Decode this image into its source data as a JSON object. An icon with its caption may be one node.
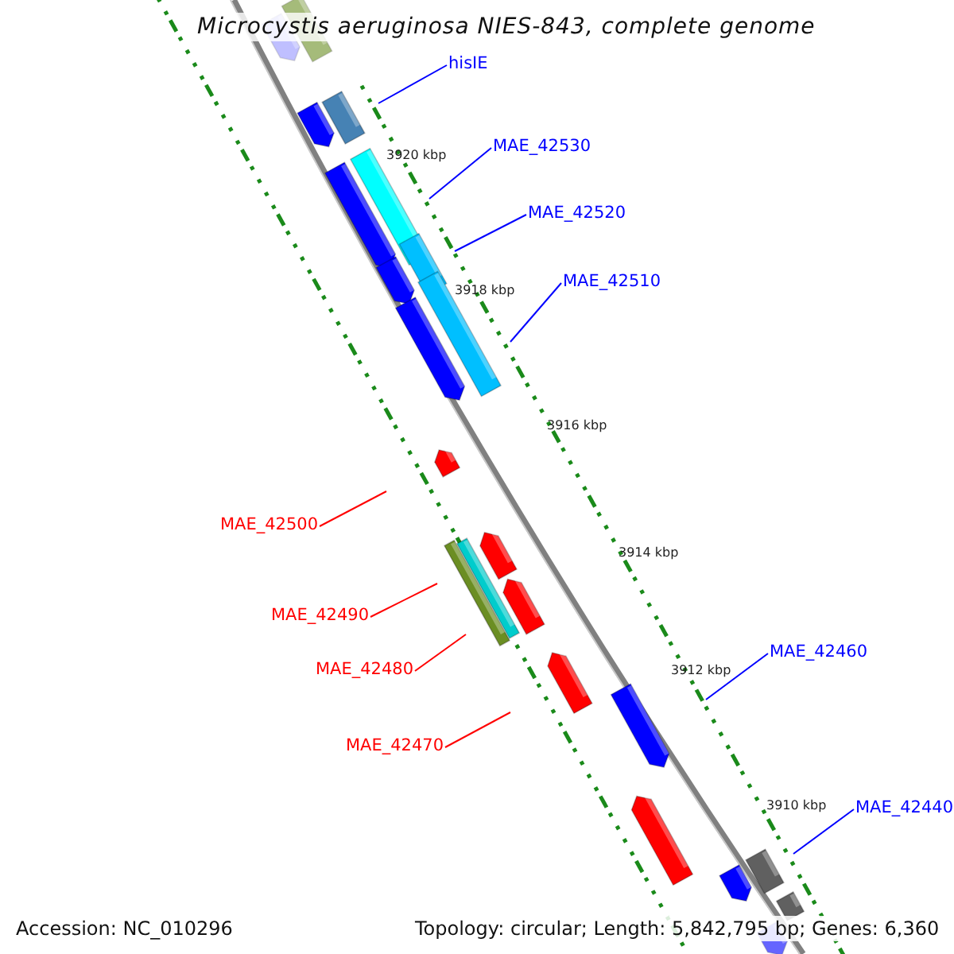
{
  "diagram": {
    "title": "Microcystis aeruginosa NIES-843, complete genome",
    "nodes": [
      {
        "text": [
          "hisIE"
        ]
      },
      {
        "text": [
          "MAE_42530"
        ]
      },
      {
        "text": [
          "MAE_42520"
        ]
      },
      {
        "text": [
          "MAE_42510"
        ]
      },
      {
        "text": [
          "MAE_42500"
        ]
      },
      {
        "text": [
          "MAE_42490"
        ]
      },
      {
        "text": [
          "MAE_42480"
        ]
      },
      {
        "text": [
          "MAE_42470"
        ]
      },
      {
        "text": [
          "MAE_42460"
        ]
      },
      {
        "text": [
          "MAE_42440"
        ]
      }
    ],
    "edges": [
      {
        "from": 0,
        "to": null,
        "arrow": "none"
      },
      {
        "from": 1,
        "to": null,
        "arrow": "none"
      },
      {
        "from": 2,
        "to": null,
        "arrow": "none"
      },
      {
        "from": 3,
        "to": null,
        "arrow": "none"
      },
      {
        "from": 4,
        "to": null,
        "arrow": "none",
        "color": "#ff0000"
      },
      {
        "from": 5,
        "to": null,
        "arrow": "none",
        "color": "#ff0000"
      },
      {
        "from": 6,
        "to": null,
        "arrow": "none",
        "color": "#ff0000"
      },
      {
        "from": 7,
        "to": null,
        "arrow": "none",
        "color": "#ff0000"
      },
      {
        "from": 8,
        "to": null,
        "arrow": "none"
      },
      {
        "from": 9,
        "to": null,
        "arrow": "none"
      }
    ],
    "labels": [
      "3920 kbp",
      "3918 kbp",
      "3916 kbp",
      "3914 kbp",
      "3912 kbp",
      "3910 kbp",
      "Accession: NC_010296",
      "Topology: circular; Length: 5,842,795 bp; Genes: 6,360"
    ]
  }
}
